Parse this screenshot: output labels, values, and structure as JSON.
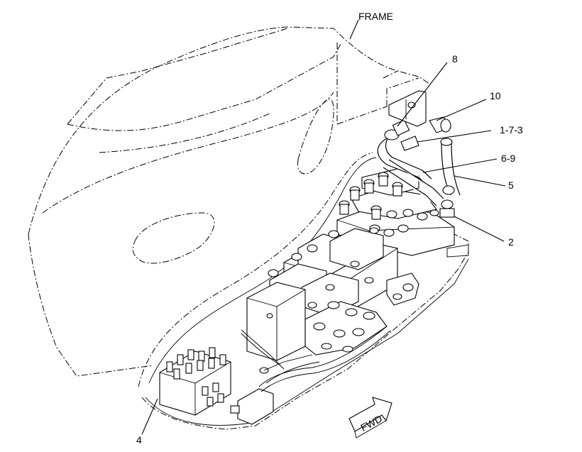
{
  "labels": {
    "frame": "FRAME",
    "c8": "8",
    "c10": "10",
    "c173": "1-7-3",
    "c69": "6-9",
    "c5": "5",
    "c2": "2",
    "c4": "4",
    "fwd": "FWD"
  }
}
